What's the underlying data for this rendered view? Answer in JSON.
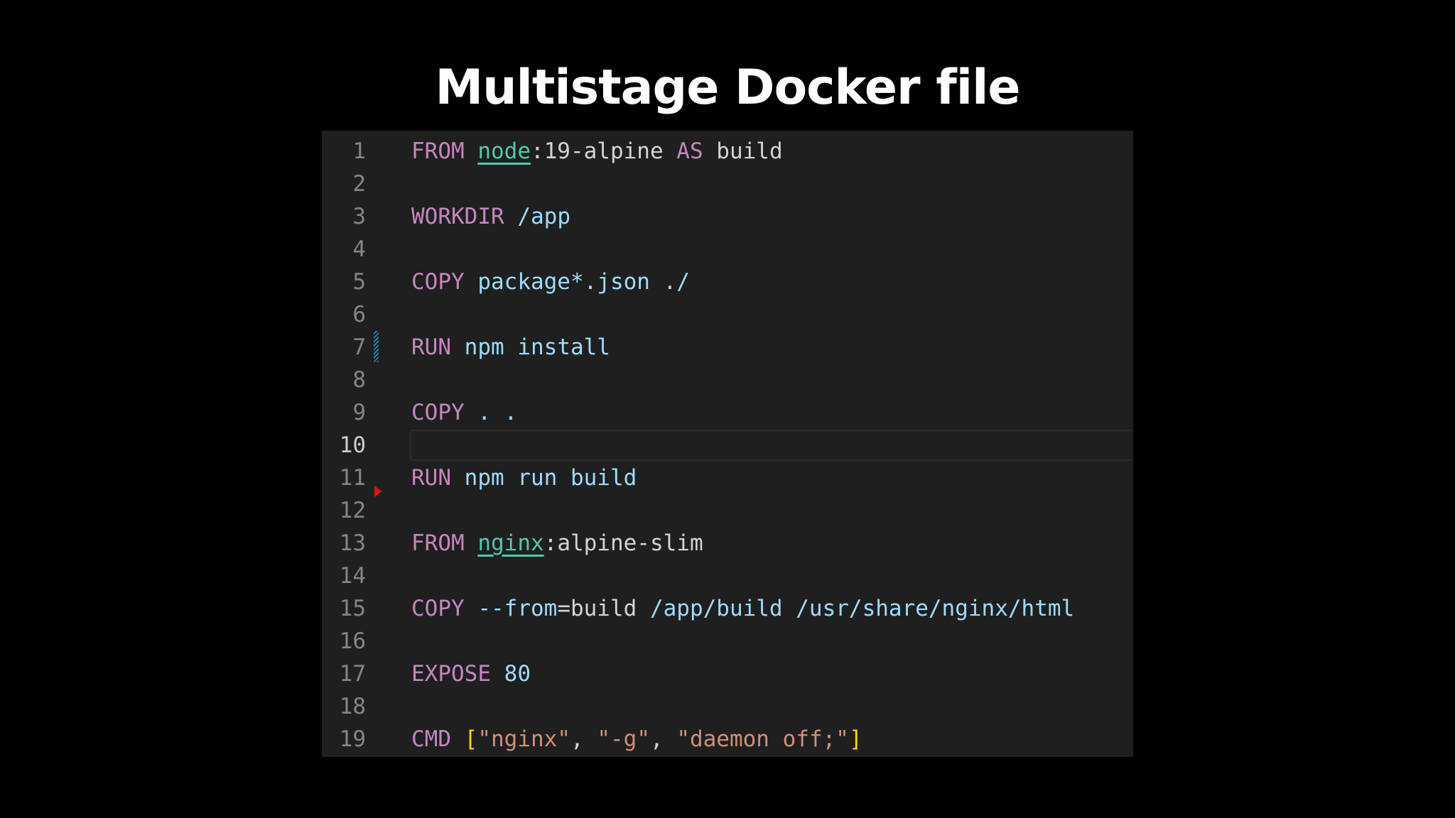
{
  "slide": {
    "title": "Multistage Docker file"
  },
  "editor": {
    "active_line": 10,
    "line_numbers": [
      "1",
      "2",
      "3",
      "4",
      "5",
      "6",
      "7",
      "8",
      "9",
      "10",
      "11",
      "12",
      "13",
      "14",
      "15",
      "16",
      "17",
      "18",
      "19"
    ],
    "lines": [
      {
        "n": 1,
        "tokens": [
          {
            "t": "FROM",
            "k": "kw"
          },
          {
            "t": " ",
            "k": "plain"
          },
          {
            "t": "node",
            "k": "image"
          },
          {
            "t": ":19-alpine ",
            "k": "plain"
          },
          {
            "t": "AS",
            "k": "kw"
          },
          {
            "t": " build",
            "k": "plain"
          }
        ]
      },
      {
        "n": 2,
        "tokens": []
      },
      {
        "n": 3,
        "tokens": [
          {
            "t": "WORKDIR",
            "k": "kw"
          },
          {
            "t": " ",
            "k": "plain"
          },
          {
            "t": "/app",
            "k": "arg"
          }
        ]
      },
      {
        "n": 4,
        "tokens": []
      },
      {
        "n": 5,
        "tokens": [
          {
            "t": "COPY",
            "k": "kw"
          },
          {
            "t": " ",
            "k": "plain"
          },
          {
            "t": "package*.json ./",
            "k": "arg"
          }
        ]
      },
      {
        "n": 6,
        "tokens": []
      },
      {
        "n": 7,
        "tokens": [
          {
            "t": "RUN",
            "k": "kw"
          },
          {
            "t": " ",
            "k": "plain"
          },
          {
            "t": "npm install",
            "k": "arg"
          }
        ]
      },
      {
        "n": 8,
        "tokens": []
      },
      {
        "n": 9,
        "tokens": [
          {
            "t": "COPY",
            "k": "kw"
          },
          {
            "t": " ",
            "k": "plain"
          },
          {
            "t": ". .",
            "k": "arg"
          }
        ]
      },
      {
        "n": 10,
        "tokens": []
      },
      {
        "n": 11,
        "tokens": [
          {
            "t": "RUN",
            "k": "kw"
          },
          {
            "t": " ",
            "k": "plain"
          },
          {
            "t": "npm run build",
            "k": "arg"
          }
        ]
      },
      {
        "n": 12,
        "tokens": []
      },
      {
        "n": 13,
        "tokens": [
          {
            "t": "FROM",
            "k": "kw"
          },
          {
            "t": " ",
            "k": "plain"
          },
          {
            "t": "nginx",
            "k": "image"
          },
          {
            "t": ":alpine-slim",
            "k": "plain"
          }
        ]
      },
      {
        "n": 14,
        "tokens": []
      },
      {
        "n": 15,
        "tokens": [
          {
            "t": "COPY",
            "k": "kw"
          },
          {
            "t": " ",
            "k": "plain"
          },
          {
            "t": "--from",
            "k": "arg"
          },
          {
            "t": "=build",
            "k": "plain"
          },
          {
            "t": " /app/build /usr/share/nginx/html",
            "k": "arg"
          }
        ]
      },
      {
        "n": 16,
        "tokens": []
      },
      {
        "n": 17,
        "tokens": [
          {
            "t": "EXPOSE",
            "k": "kw"
          },
          {
            "t": " ",
            "k": "plain"
          },
          {
            "t": "80",
            "k": "arg"
          }
        ]
      },
      {
        "n": 18,
        "tokens": []
      },
      {
        "n": 19,
        "tokens": [
          {
            "t": "CMD",
            "k": "kw"
          },
          {
            "t": " ",
            "k": "plain"
          },
          {
            "t": "[",
            "k": "bracket"
          },
          {
            "t": "\"nginx\"",
            "k": "str"
          },
          {
            "t": ", ",
            "k": "punct"
          },
          {
            "t": "\"-g\"",
            "k": "str"
          },
          {
            "t": ", ",
            "k": "punct"
          },
          {
            "t": "\"daemon off;\"",
            "k": "str"
          },
          {
            "t": "]",
            "k": "bracket"
          }
        ]
      }
    ],
    "colors": {
      "background": "#1f1f1f",
      "keyword": "#c586c0",
      "image": "#4ec9b0",
      "argument": "#9cdcfe",
      "string": "#ce9178",
      "bracket": "#ffd700",
      "line_number": "#858585",
      "line_number_active": "#cccccc",
      "diff_modified": "#1b81a8",
      "diff_deleted": "#e51400"
    }
  }
}
